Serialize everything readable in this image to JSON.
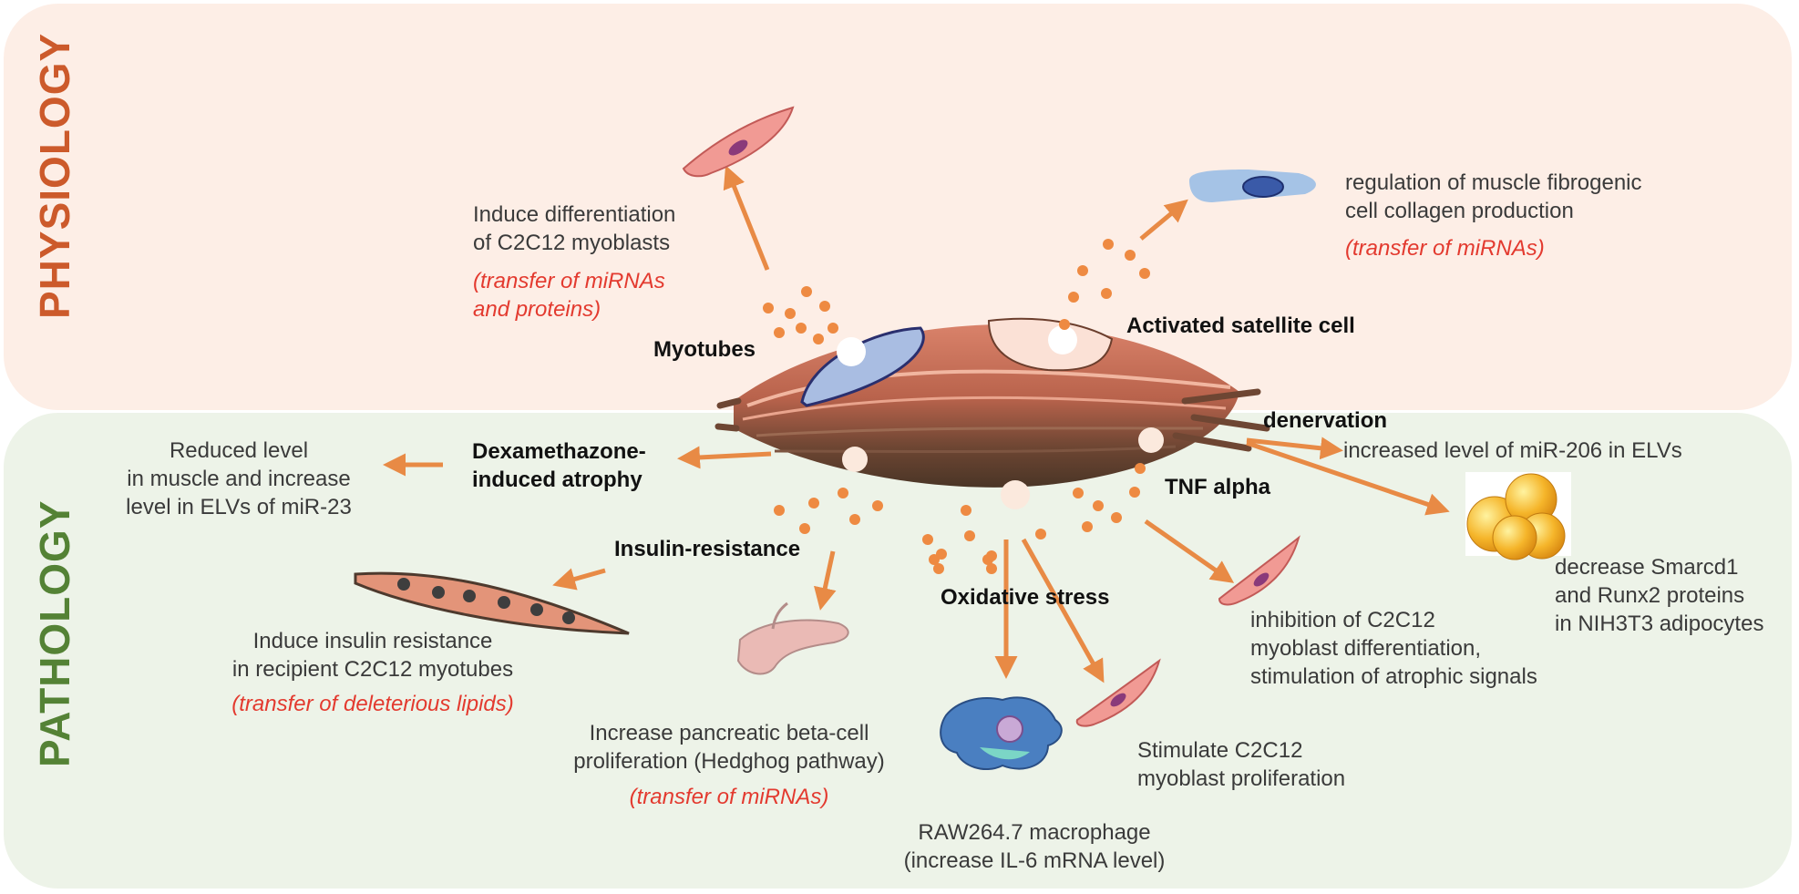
{
  "sections": {
    "physiology": "PHYSIOLOGY",
    "pathology": "PATHOLOGY"
  },
  "colors": {
    "physiology_bg": "#fdeee6",
    "pathology_bg": "#edf3e8",
    "physiology_title": "#cc5a2b",
    "pathology_title": "#548235",
    "arrow": "#e88a45",
    "highlight_text": "#e33a2f"
  },
  "labels": {
    "myotubes": "Myotubes",
    "activated_satellite": "Activated satellite cell",
    "dexamethazone_1": "Dexamethazone-",
    "dexamethazone_2": "induced atrophy",
    "insulin_resistance": "Insulin-resistance",
    "oxidative_stress": "Oxidative stress",
    "tnf_alpha": "TNF alpha",
    "denervation": "denervation"
  },
  "outcomes": {
    "myoblast_diff": [
      "Induce differentiation",
      "of C2C12 myoblasts"
    ],
    "myoblast_diff_note": [
      "(transfer of miRNAs",
      "and proteins)"
    ],
    "fibrogenic": [
      "regulation of muscle fibrogenic",
      "cell collagen production"
    ],
    "fibrogenic_note": "(transfer of miRNAs)",
    "mir23": [
      "Reduced level",
      "in muscle and increase",
      "level in ELVs of miR-23"
    ],
    "mir206": "increased level of miR-206 in ELVs",
    "adipocytes": [
      "decrease Smarcd1",
      "and Runx2 proteins",
      "in NIH3T3 adipocytes"
    ],
    "insulin": [
      "Induce insulin resistance",
      "in recipient C2C12 myotubes"
    ],
    "insulin_note": "(transfer of deleterious lipids)",
    "pancreas": [
      "Increase pancreatic beta-cell",
      "proliferation (Hedghog pathway)"
    ],
    "pancreas_note": "(transfer of miRNAs)",
    "tnf": [
      "inhibition of C2C12",
      "myoblast differentiation,",
      "stimulation of atrophic signals"
    ],
    "proliferation": [
      "Stimulate C2C12",
      "myoblast proliferation"
    ],
    "macrophage": [
      "RAW264.7 macrophage",
      "(increase IL-6 mRNA level)"
    ]
  }
}
